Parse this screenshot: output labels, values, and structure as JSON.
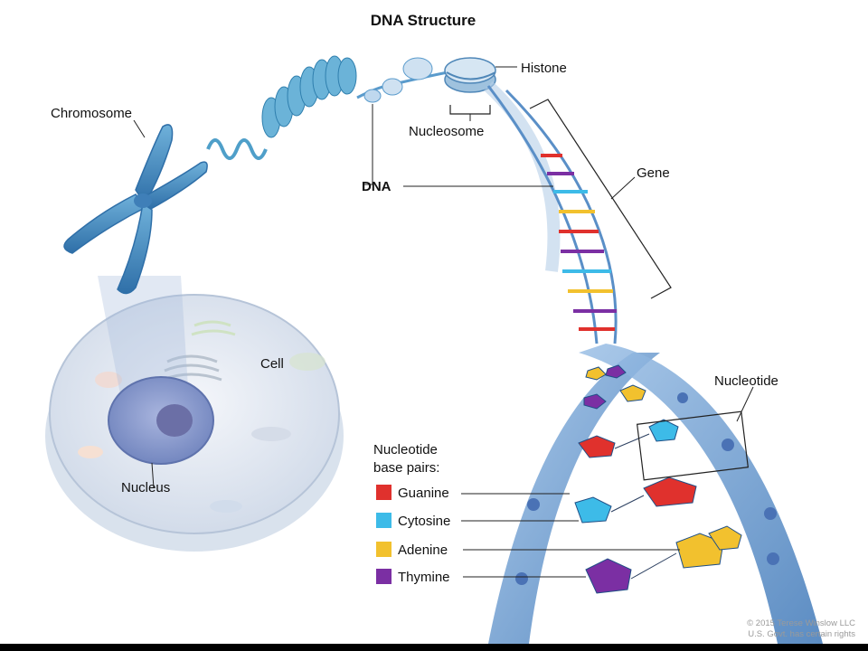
{
  "title": "DNA Structure",
  "labels": {
    "chromosome": "Chromosome",
    "histone": "Histone",
    "nucleosome": "Nucleosome",
    "dna": "DNA",
    "gene": "Gene",
    "cell": "Cell",
    "nucleus": "Nucleus",
    "nucleotide": "Nucleotide"
  },
  "legend": {
    "heading_line1": "Nucleotide",
    "heading_line2": "base pairs:",
    "items": [
      {
        "label": "Guanine",
        "color": "#e0312d"
      },
      {
        "label": "Cytosine",
        "color": "#3dbbe8"
      },
      {
        "label": "Adenine",
        "color": "#f2c12e"
      },
      {
        "label": "Thymine",
        "color": "#7b2fa3"
      }
    ]
  },
  "credit": {
    "line1": "© 2015 Terese Winslow LLC",
    "line2": "U.S. Govt. has certain rights"
  },
  "colors": {
    "backbone": "#5a8fc7",
    "chromatin": "#4f9fc9",
    "cell_fill": "#e6ecf4",
    "nucleus_fill": "#8a9ccd"
  }
}
